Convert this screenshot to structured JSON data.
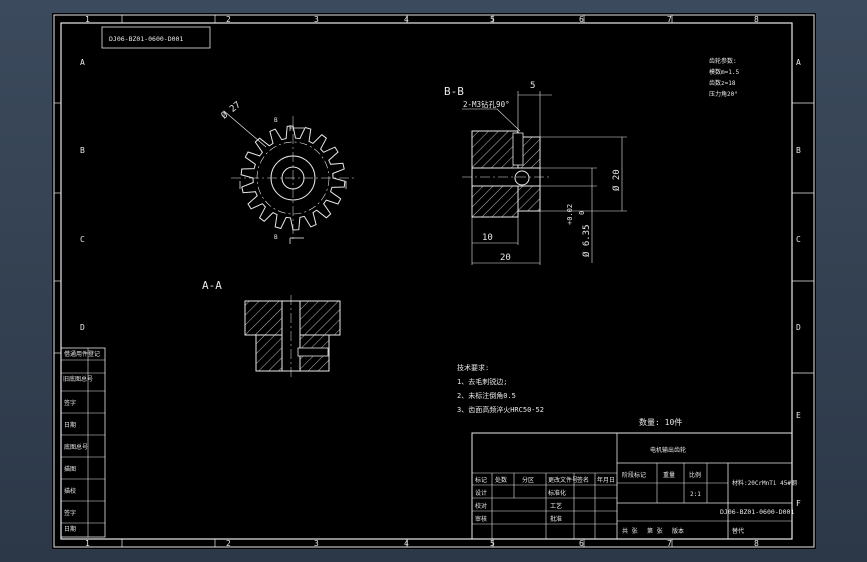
{
  "app": {
    "theme_accent": "#3b4a5c",
    "canvas_bg": "#000000",
    "line_color": "#e8e8e8"
  },
  "frame": {
    "columns_top": [
      "1",
      "2",
      "3",
      "4",
      "5",
      "6",
      "7",
      "8"
    ],
    "columns_bottom": [
      "1",
      "2",
      "3",
      "4",
      "5",
      "6",
      "7",
      "8"
    ],
    "rows_left": [
      "A",
      "B",
      "C",
      "D"
    ],
    "rows_right": [
      "A",
      "B",
      "C",
      "D",
      "E",
      "F"
    ]
  },
  "doc_code_box": "DJ06-BZ01-0600-D001",
  "views": {
    "section_bb": "B-B",
    "section_aa": "A-A",
    "cut_mark": "B"
  },
  "dimensions": {
    "hole_note": "2-M3钻孔90°",
    "width_5": "5",
    "dia_20": "Ø 20",
    "dia_635": "Ø 6.35",
    "tol": "+0.02",
    "tol_zero": "0",
    "len_10": "10",
    "len_20": "20",
    "gear_dia": "Ø 27"
  },
  "gear_params": [
    "齿轮参数:",
    "模数m=1.5",
    "齿数z=18",
    "压力角20°"
  ],
  "tech_req": {
    "title": "技术要求:",
    "items": [
      "1、去毛刺锐边;",
      "2、未标注倒角0.5",
      "3、齿面高频淬火HRC50-52"
    ]
  },
  "quantity": "数量: 10件",
  "title_block": {
    "part_name": "电机输出齿轮",
    "material": "材料:20CrMnTi 45#钢",
    "scale": "2:1",
    "drawing_no": "DJ06-BZ01-0600-D001",
    "header_row": [
      "标记",
      "处数",
      "分区",
      "更改文件号",
      "签名",
      "年月日"
    ],
    "roles": [
      "设计",
      "校对",
      "审核"
    ],
    "mid_roles": [
      "标准化",
      "工艺",
      "批准"
    ],
    "stage_labels": [
      "阶段标记",
      "重量",
      "比例"
    ],
    "bottom_row": [
      "共 张",
      "第 张",
      "版本",
      "替代"
    ]
  },
  "left_strip": [
    "借通用件登记",
    "旧底图总号",
    "签字",
    "日期",
    "底图总号",
    "描图",
    "描校",
    "签字",
    "日期"
  ]
}
